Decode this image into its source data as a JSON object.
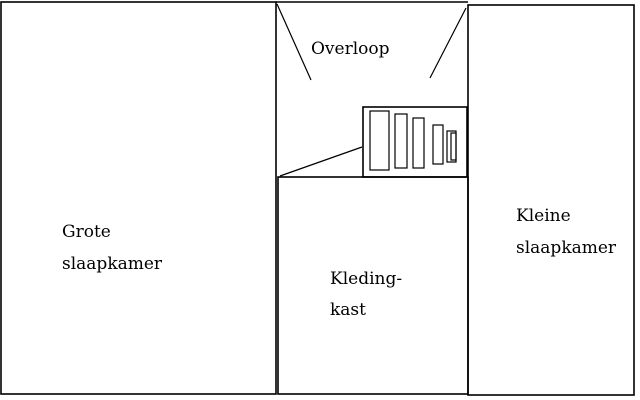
{
  "rooms": {
    "grote_slaapkamer": {
      "line1": "Grote",
      "line2": "slaapkamer"
    },
    "overloop": {
      "line1": "Overloop"
    },
    "kledingkast": {
      "line1": "Kleding-",
      "line2": "kast"
    },
    "kleine_slaapkamer": {
      "line1": "Kleine",
      "line2": "slaapkamer"
    }
  },
  "colors": {
    "line": "#000000",
    "background": "#ffffff"
  },
  "icons": {
    "stairs": "stairs-icon"
  }
}
